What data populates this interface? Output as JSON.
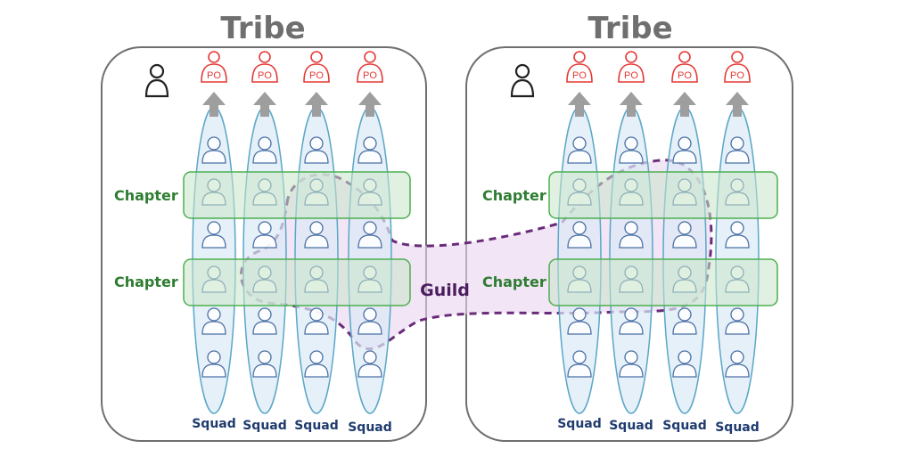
{
  "tribes": [
    {
      "title": "Tribe",
      "chapters": [
        "Chapter",
        "Chapter"
      ],
      "squads": [
        "Squad",
        "Squad",
        "Squad",
        "Squad"
      ],
      "po_labels": [
        "PO",
        "PO",
        "PO",
        "PO"
      ]
    },
    {
      "title": "Tribe",
      "chapters": [
        "Chapter",
        "Chapter"
      ],
      "squads": [
        "Squad",
        "Squad",
        "Squad",
        "Squad"
      ],
      "po_labels": [
        "PO",
        "PO",
        "PO",
        "PO"
      ]
    }
  ],
  "guild": {
    "label": "Guild"
  },
  "colors": {
    "tribe_border": "#6f6f6f",
    "squad_fill": "#dceaf5",
    "squad_stroke": "#5aa7c8",
    "chapter_fill": "#c8e6c9",
    "chapter_stroke": "#4caf50",
    "chapter_text": "#2e7d32",
    "po": "#e53935",
    "arrow": "#9e9e9e",
    "guild_fill": "#ead4ee",
    "guild_stroke": "#6a2c7a",
    "person_stroke": "#4a6fa5",
    "agile_coach": "#222222"
  },
  "icons": [
    "person-icon",
    "product-owner-icon",
    "agile-coach-icon",
    "up-arrow-icon"
  ]
}
